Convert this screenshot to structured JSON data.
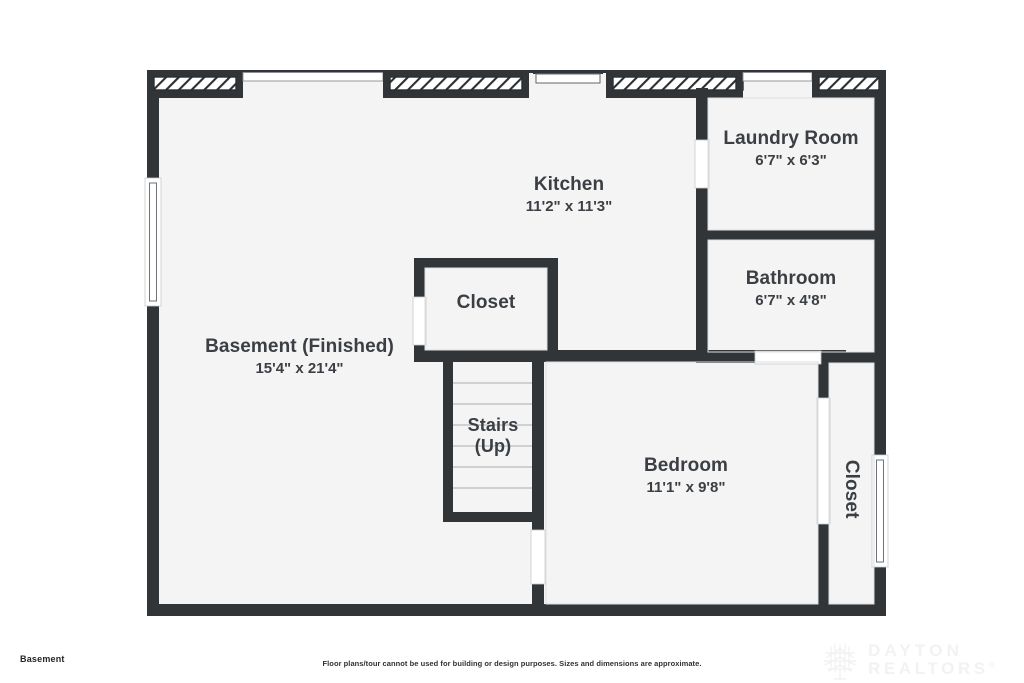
{
  "plan": {
    "title": "Basement",
    "level_label": "Basement",
    "disclaimer": "Floor plans/tour cannot be used for building or design purposes. Sizes and dimensions are approximate.",
    "colors": {
      "wall": "#313538",
      "floor": "#f4f4f4",
      "page": "#ffffff",
      "text": "#3b3f43",
      "window": "#ffffff",
      "watermark": "#f2f2f2"
    },
    "rooms": [
      {
        "id": "basement",
        "name": "Basement (Finished)",
        "dimensions": "15'4\" x 21'4\""
      },
      {
        "id": "kitchen",
        "name": "Kitchen",
        "dimensions": "11'2\" x 11'3\""
      },
      {
        "id": "laundry",
        "name": "Laundry Room",
        "dimensions": "6'7\" x 6'3\""
      },
      {
        "id": "bathroom",
        "name": "Bathroom",
        "dimensions": "6'7\" x 4'8\""
      },
      {
        "id": "bedroom",
        "name": "Bedroom",
        "dimensions": "11'1\" x 9'8\""
      },
      {
        "id": "closet_mid",
        "name": "Closet",
        "dimensions": ""
      },
      {
        "id": "closet_right",
        "name": "Closet",
        "dimensions": ""
      },
      {
        "id": "stairs",
        "name": "Stairs",
        "dimensions": "(Up)"
      }
    ]
  },
  "watermark": {
    "line1": "DAYTON",
    "line2": "REALTORS",
    "registered": "®",
    "logo_icon": "leaf-logo-icon"
  }
}
